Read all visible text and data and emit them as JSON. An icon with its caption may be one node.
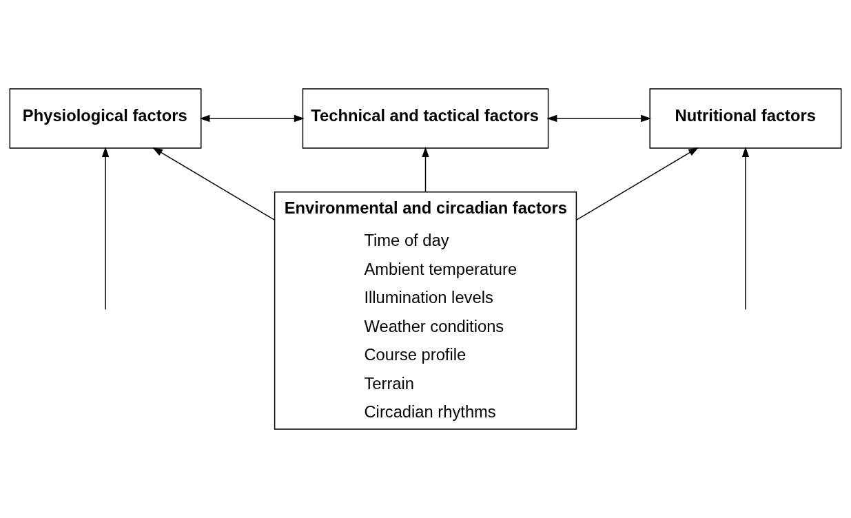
{
  "diagram": {
    "nodes": [
      {
        "text": [
          "Physiological factors"
        ]
      },
      {
        "text": [
          "Technical and tactical factors"
        ]
      },
      {
        "text": [
          "Nutritional factors"
        ]
      },
      {
        "text": [
          "Environmental and circadian factors",
          "Time of day",
          "Ambient temperature",
          "Illumination levels",
          "Weather conditions",
          "Course profile",
          "Terrain",
          "Circadian rhythms"
        ]
      }
    ],
    "edges": [
      {
        "from": 0,
        "to": 1,
        "arrow": "both"
      },
      {
        "from": 1,
        "to": 2,
        "arrow": "both"
      },
      {
        "from": 3,
        "to": 0,
        "arrow": "to"
      },
      {
        "from": 3,
        "to": 1,
        "arrow": "to"
      },
      {
        "from": 3,
        "to": 2,
        "arrow": "to"
      },
      {
        "from": null,
        "to": 0,
        "arrow": "to"
      },
      {
        "from": null,
        "to": 2,
        "arrow": "to"
      }
    ]
  }
}
